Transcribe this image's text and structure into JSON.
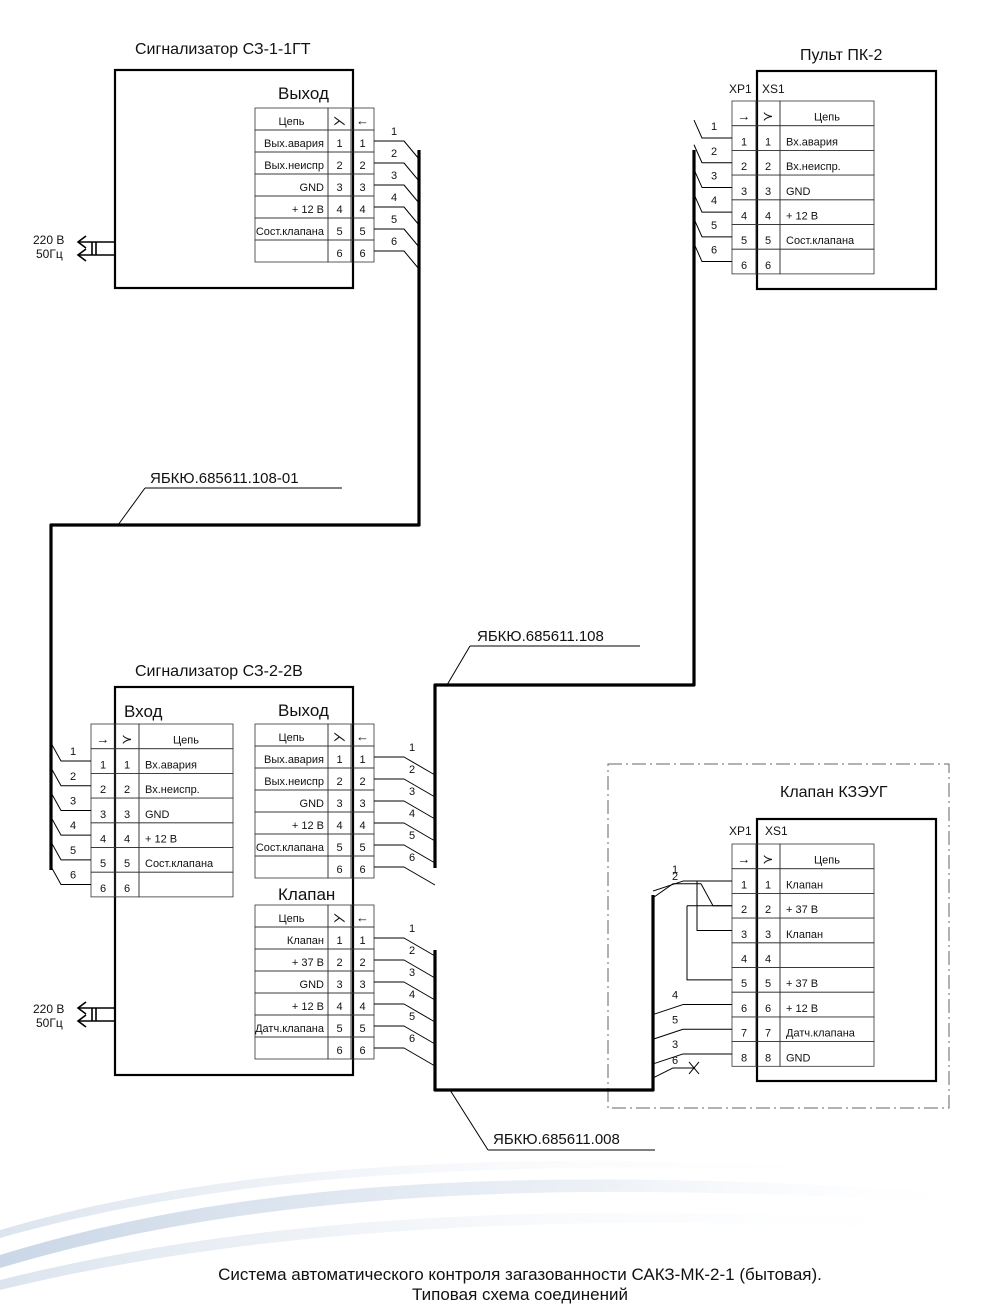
{
  "title": {
    "line1": "Система автоматического контроля загазованности САКЗ-МК-2-1 (бытовая).",
    "line2": "Типовая схема соединений"
  },
  "symbols": {
    "pin_male": "→",
    "pin_female": "≻",
    "pin_out": "←",
    "pin_mark": "⋋"
  },
  "power": {
    "voltage": "220 В",
    "freq": "50Гц"
  },
  "cables": {
    "c1": "ЯБКЮ.685611.108-01",
    "c2": "ЯБКЮ.685611.108",
    "c3": "ЯБКЮ.685611.008"
  },
  "devices": {
    "sz1": {
      "title": "Сигнализатор СЗ-1-1ГТ",
      "out_header": "Выход",
      "col_header": "Цепь",
      "rows": [
        {
          "label": "Вых.авария",
          "n1": "1",
          "n2": "1"
        },
        {
          "label": "Вых.неиспр",
          "n1": "2",
          "n2": "2"
        },
        {
          "label": "GND",
          "n1": "3",
          "n2": "3"
        },
        {
          "label": "+ 12 В",
          "n1": "4",
          "n2": "4"
        },
        {
          "label": "Сост.клапана",
          "n1": "5",
          "n2": "5"
        },
        {
          "label": "",
          "n1": "6",
          "n2": "6"
        }
      ],
      "wires": [
        "1",
        "2",
        "3",
        "4",
        "5",
        "6"
      ]
    },
    "pk2": {
      "title": "Пульт ПК-2",
      "xp": "XP1",
      "xs": "XS1",
      "col_header": "Цепь",
      "rows": [
        {
          "n1": "1",
          "n2": "1",
          "label": "Вх.авария"
        },
        {
          "n1": "2",
          "n2": "2",
          "label": "Вх.неиспр."
        },
        {
          "n1": "3",
          "n2": "3",
          "label": "GND"
        },
        {
          "n1": "4",
          "n2": "4",
          "label": "+ 12 В"
        },
        {
          "n1": "5",
          "n2": "5",
          "label": "Сост.клапана"
        },
        {
          "n1": "6",
          "n2": "6",
          "label": ""
        }
      ],
      "wires": [
        "1",
        "2",
        "3",
        "4",
        "5",
        "6"
      ]
    },
    "sz2": {
      "title": "Сигнализатор СЗ-2-2В",
      "in_header": "Вход",
      "out_header": "Выход",
      "valve_header": "Клапан",
      "col_header": "Цепь",
      "in_rows": [
        {
          "n1": "1",
          "n2": "1",
          "label": "Вх.авария"
        },
        {
          "n1": "2",
          "n2": "2",
          "label": "Вх.неиспр."
        },
        {
          "n1": "3",
          "n2": "3",
          "label": "GND"
        },
        {
          "n1": "4",
          "n2": "4",
          "label": "+ 12 В"
        },
        {
          "n1": "5",
          "n2": "5",
          "label": "Сост.клапана"
        },
        {
          "n1": "6",
          "n2": "6",
          "label": ""
        }
      ],
      "out_rows": [
        {
          "label": "Вых.авария",
          "n1": "1",
          "n2": "1"
        },
        {
          "label": "Вых.неиспр",
          "n1": "2",
          "n2": "2"
        },
        {
          "label": "GND",
          "n1": "3",
          "n2": "3"
        },
        {
          "label": "+ 12 В",
          "n1": "4",
          "n2": "4"
        },
        {
          "label": "Сост.клапана",
          "n1": "5",
          "n2": "5"
        },
        {
          "label": "",
          "n1": "6",
          "n2": "6"
        }
      ],
      "valve_rows": [
        {
          "label": "Клапан",
          "n1": "1",
          "n2": "1"
        },
        {
          "label": "+ 37 В",
          "n1": "2",
          "n2": "2"
        },
        {
          "label": "GND",
          "n1": "3",
          "n2": "3"
        },
        {
          "label": "+ 12 В",
          "n1": "4",
          "n2": "4"
        },
        {
          "label": "Датч.клапана",
          "n1": "5",
          "n2": "5"
        },
        {
          "label": "",
          "n1": "6",
          "n2": "6"
        }
      ],
      "in_wires": [
        "1",
        "2",
        "3",
        "4",
        "5",
        "6"
      ],
      "out_wires": [
        "1",
        "2",
        "3",
        "4",
        "5",
        "6"
      ],
      "valve_wires": [
        "1",
        "2",
        "3",
        "4",
        "5",
        "6"
      ]
    },
    "kzeug": {
      "title": "Клапан КЗЭУГ",
      "xp": "XP1",
      "xs": "XS1",
      "col_header": "Цепь",
      "rows": [
        {
          "n1": "1",
          "n2": "1",
          "label": "Клапан"
        },
        {
          "n1": "2",
          "n2": "2",
          "label": "+ 37 В"
        },
        {
          "n1": "3",
          "n2": "3",
          "label": "Клапан"
        },
        {
          "n1": "4",
          "n2": "4",
          "label": ""
        },
        {
          "n1": "5",
          "n2": "5",
          "label": "+ 37 В"
        },
        {
          "n1": "6",
          "n2": "6",
          "label": "+ 12 В"
        },
        {
          "n1": "7",
          "n2": "7",
          "label": "Датч.клапана"
        },
        {
          "n1": "8",
          "n2": "8",
          "label": "GND"
        }
      ],
      "wires": [
        "1",
        "2",
        "4",
        "5",
        "3",
        "6"
      ]
    }
  }
}
